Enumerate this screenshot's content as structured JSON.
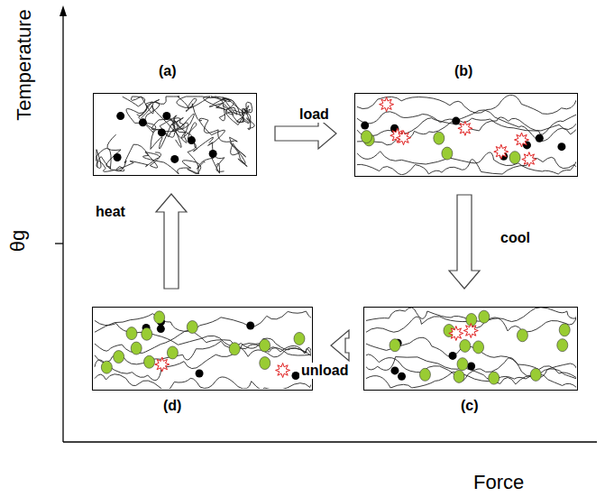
{
  "diagram": {
    "nodes": [
      {
        "text": [
          "(a)"
        ]
      },
      {
        "text": [
          "(b)"
        ]
      },
      {
        "text": [
          "(c)"
        ]
      },
      {
        "text": [
          "(d)"
        ]
      }
    ],
    "edges": [
      {
        "from": 0,
        "to": 1,
        "label": "load",
        "arrow": "to"
      },
      {
        "from": 1,
        "to": 2,
        "label": "cool",
        "arrow": "to"
      },
      {
        "from": 2,
        "to": 3,
        "label": "unload",
        "arrow": "to"
      },
      {
        "from": 3,
        "to": 0,
        "label": "heat",
        "arrow": "to"
      }
    ],
    "labels": [
      "Temperature",
      "θg",
      "Force"
    ]
  }
}
